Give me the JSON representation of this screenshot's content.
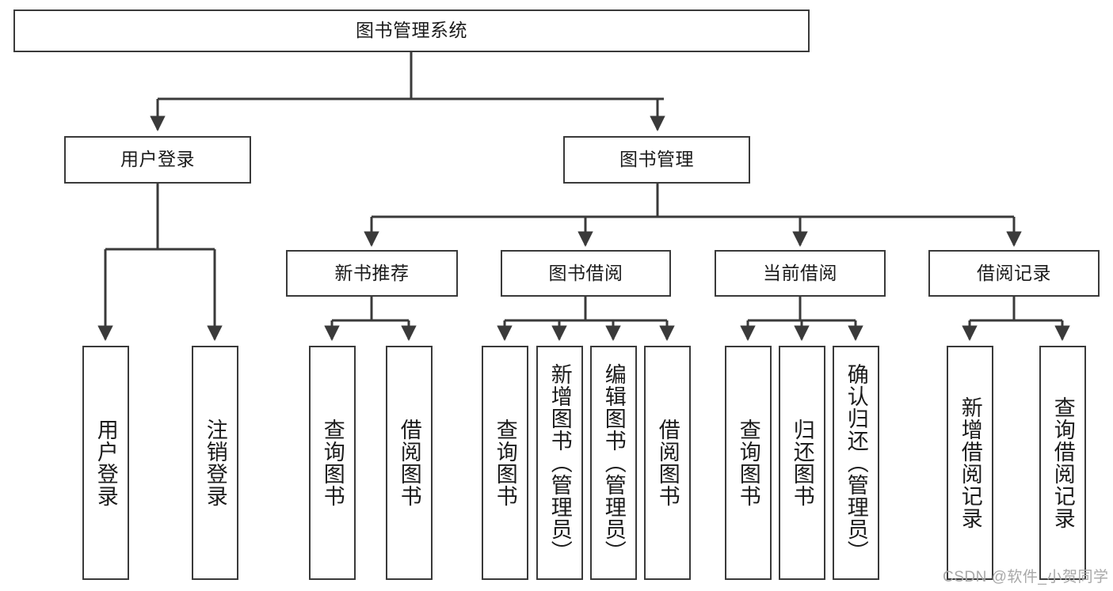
{
  "diagram": {
    "title": "图书管理系统",
    "type": "function-structure-tree",
    "root": {
      "label": "图书管理系统"
    },
    "level2": [
      {
        "label": "用户登录"
      },
      {
        "label": "图书管理"
      }
    ],
    "level3": [
      {
        "label": "新书推荐"
      },
      {
        "label": "图书借阅"
      },
      {
        "label": "当前借阅"
      },
      {
        "label": "借阅记录"
      }
    ],
    "leaves": {
      "user_login": [
        {
          "label": "用户登录"
        },
        {
          "label": "注销登录"
        }
      ],
      "new_book_recommend": [
        {
          "label": "查询图书"
        },
        {
          "label": "借阅图书"
        }
      ],
      "book_borrow": [
        {
          "label": "查询图书"
        },
        {
          "label": "新增图书（管理员）"
        },
        {
          "label": "编辑图书（管理员）"
        },
        {
          "label": "借阅图书"
        }
      ],
      "current_borrow": [
        {
          "label": "查询图书"
        },
        {
          "label": "归还图书"
        },
        {
          "label": "确认归还（管理员）"
        }
      ],
      "borrow_record": [
        {
          "label": "新增借阅记录"
        },
        {
          "label": "查询借阅记录"
        }
      ]
    }
  },
  "watermark": {
    "text": "CSDN @软件_小贺同学"
  },
  "colors": {
    "background": "#ffffff",
    "border": "#3a3a3a",
    "text": "#1b1b1b",
    "connector": "#3a3a3a",
    "watermark": "#a8a8a8"
  }
}
